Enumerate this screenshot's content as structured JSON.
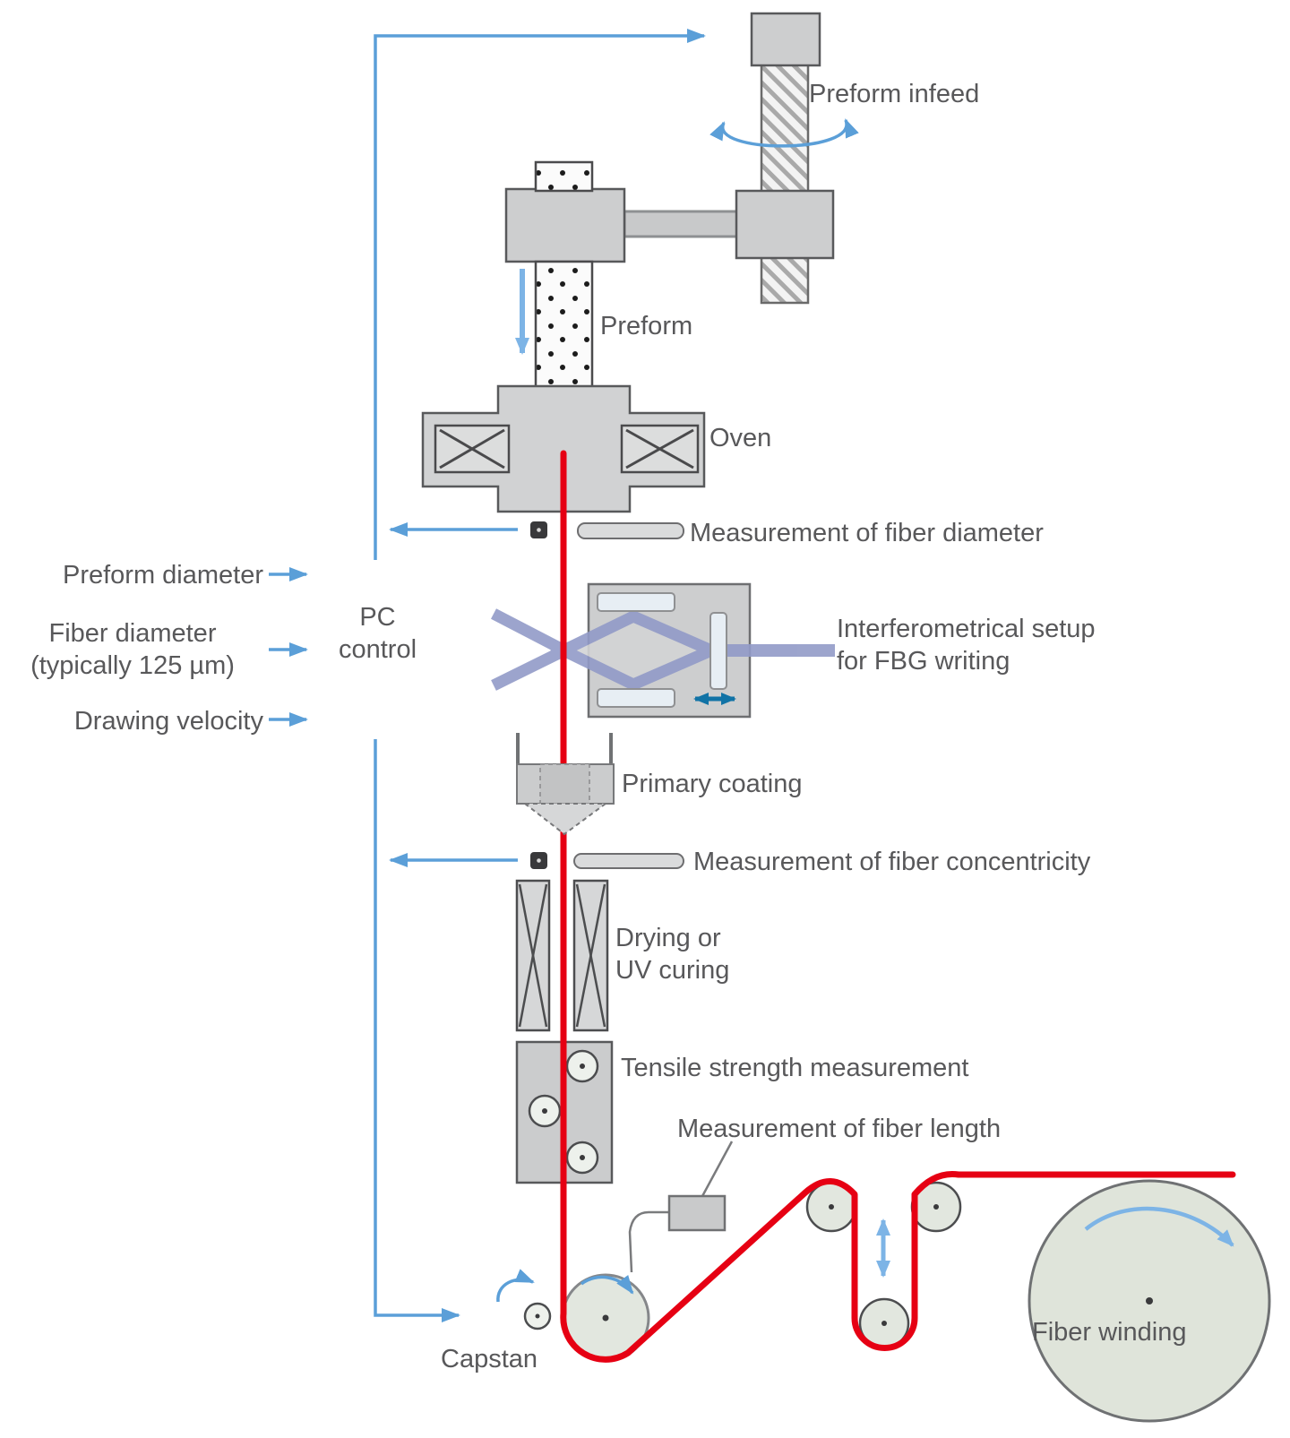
{
  "title": "Optical fiber drawing tower with in-line FBG writing — process diagram",
  "colors": {
    "fiber": "#e60013",
    "control": "#5b9fd8",
    "control_light": "#7db4e6",
    "beam": "#929bc8",
    "teal": "#1173a6",
    "machine_fill": "#cdcecf",
    "machine_border": "#58595b",
    "mirror": "#e7eef4",
    "wheel": "#e2e7df",
    "drum": "#dfe4da",
    "label": "#58585a"
  },
  "labels": {
    "preform_infeed": "Preform infeed",
    "preform": "Preform",
    "oven": "Oven",
    "measurement_fiber_diameter": "Measurement of fiber diameter",
    "preform_diameter": "Preform diameter",
    "fiber_diameter": "Fiber diameter\n(typically 125 µm)",
    "drawing_velocity": "Drawing velocity",
    "pc_control": "PC\ncontrol",
    "interferometer": "Interferometrical setup\nfor FBG writing",
    "primary_coating": "Primary coating",
    "measurement_fiber_concentricity": "Measurement of fiber concentricity",
    "drying": "Drying or\nUV curing",
    "tensile": "Tensile strength measurement",
    "measurement_fiber_length": "Measurement of fiber length",
    "capstan": "Capstan",
    "fiber_winding": "Fiber winding"
  }
}
